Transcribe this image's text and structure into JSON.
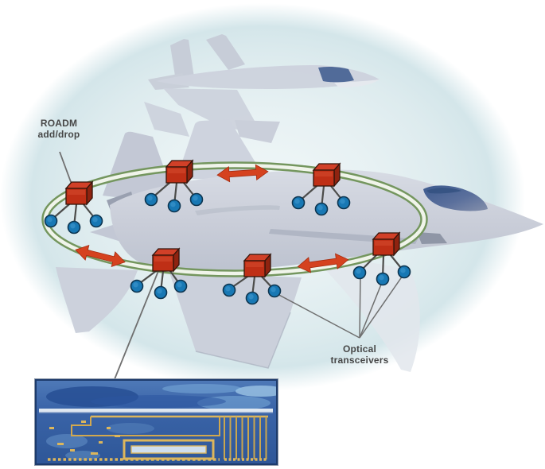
{
  "labels": {
    "roadm": {
      "line1": "ROADM",
      "line2": "add/drop"
    },
    "optical": {
      "line1": "Optical",
      "line2": "transceivers"
    }
  },
  "diagram": {
    "roadm_node_count": 6,
    "traffic_arrow_count": 3,
    "colors": {
      "roadm_node_red": "#bf2f16",
      "transceiver_blue": "#1878b4",
      "fiber_ring_green": "#74965e",
      "traffic_arrow_red": "#d5421f",
      "aircraft_gray": "#c9cdd8",
      "background_glow": "#dbeaed",
      "chip_substrate_blue": "#3a64a8",
      "chip_trace_gold": "#dcb65c"
    }
  }
}
